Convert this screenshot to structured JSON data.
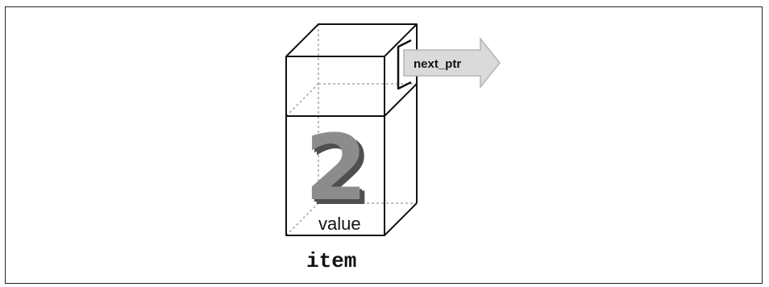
{
  "diagram": {
    "struct_name": "item",
    "value_field_label": "value",
    "value_number": "2",
    "pointer_field_label": "next_ptr"
  },
  "colors": {
    "outline": "#111111",
    "hidden_edge": "#9a9a9a",
    "arrow_fill": "#dadada",
    "arrow_outline": "#b4b4b4",
    "number_front": "#8c8c8c",
    "number_shadow": "#4f4f4f"
  }
}
